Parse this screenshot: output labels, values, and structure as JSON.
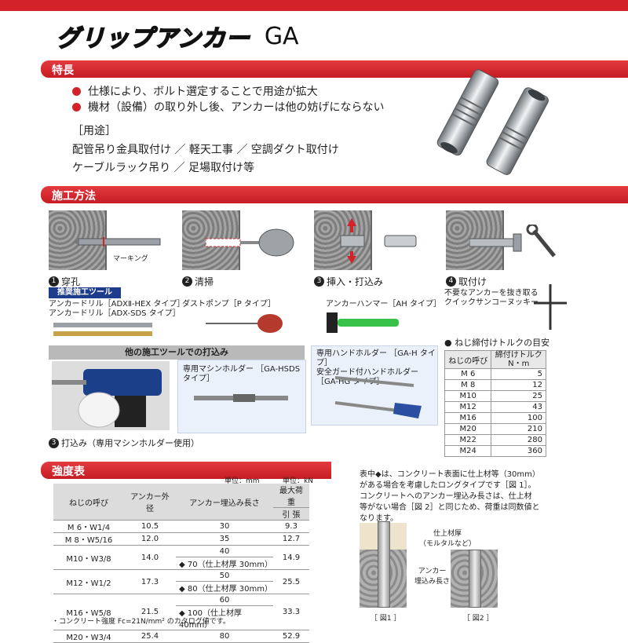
{
  "title": {
    "name_jp": "グリップアンカー",
    "model": "GA"
  },
  "features": {
    "heading": "特長",
    "items": [
      "仕様により、ボルト選定することで用途が拡大",
      "機材（設備）の取り外し後、アンカーは他の妨げにならない"
    ],
    "usage_heading": "［用途］",
    "usage_lines": [
      "配管吊り金具取付け ／ 軽天工事 ／ 空調ダクト取付け",
      "ケーブルラック吊り ／ 足場取付け等"
    ]
  },
  "method": {
    "heading": "施工方法",
    "marking": "マーキング",
    "steps": [
      {
        "num": "1",
        "label": "穿孔"
      },
      {
        "num": "2",
        "label": "清掃"
      },
      {
        "num": "3",
        "label": "挿入・打込み"
      },
      {
        "num": "4",
        "label": "取付け"
      }
    ],
    "recommended_badge": "推奨施工ツール",
    "drill_lines": [
      "アンカードリル［ADXⅡ-HEX タイプ］",
      "アンカードリル［ADX-SDS タイプ］"
    ],
    "pump": "ダストポンプ［P タイプ］",
    "hammer": "アンカーハンマー［AH タイプ］",
    "wrench_lines": [
      "不要なアンカーを抜き取る",
      "クイックサンコーヌッキー"
    ],
    "other_tools_bar": "他の施工ツールでの打込み",
    "machine_holder": "専用マシンホルダー ［GA-HSDS タイプ］",
    "hand_holder_lines": [
      "専用ハンドホルダー ［GA-H タイプ］",
      "安全ガード付ハンドホルダー［GA-HG タイプ］"
    ],
    "drive_label": "打込み（専用マシンホルダー使用）",
    "drive_num": "3"
  },
  "torque": {
    "title": "● ねじ締付けトルクの目安",
    "header_left": "ねじの呼び",
    "header_right_1": "締付けトルク",
    "header_right_2": "N・m",
    "rows": [
      [
        "M 6",
        "5"
      ],
      [
        "M 8",
        "12"
      ],
      [
        "M10",
        "25"
      ],
      [
        "M12",
        "43"
      ],
      [
        "M16",
        "100"
      ],
      [
        "M20",
        "210"
      ],
      [
        "M22",
        "280"
      ],
      [
        "M24",
        "360"
      ]
    ]
  },
  "strength": {
    "heading": "強度表",
    "unit_mm": "単位：mm",
    "unit_kn": "単位：kN",
    "headers": [
      "ねじの呼び",
      "アンカー外径",
      "アンカー埋込み長さ",
      "最大荷重"
    ],
    "sub_header": "引 張",
    "rows": [
      {
        "screw": "M 6・W1/4",
        "od": "10.5",
        "embed": [
          "30"
        ],
        "load": "9.3"
      },
      {
        "screw": "M 8・W5/16",
        "od": "12.0",
        "embed": [
          "35"
        ],
        "load": "12.7"
      },
      {
        "screw": "M10・W3/8",
        "od": "14.0",
        "embed": [
          "40",
          "◆ 70（仕上材厚 30mm）"
        ],
        "load": "14.9"
      },
      {
        "screw": "M12・W1/2",
        "od": "17.3",
        "embed": [
          "50",
          "◆ 80（仕上材厚 30mm）"
        ],
        "load": "25.5"
      },
      {
        "screw": "M16・W5/8",
        "od": "21.5",
        "embed": [
          "60",
          "◆ 100（仕上材厚 40mm）"
        ],
        "load": "33.3"
      },
      {
        "screw": "M20・W3/4",
        "od": "25.4",
        "embed": [
          "80"
        ],
        "load": "52.9"
      }
    ],
    "footnote": "・コンクリート強度 Fc=21N/mm² のカタログ値です。"
  },
  "right_note": {
    "lines": [
      "表中◆は、コンクリート表面に仕上材等（30mm）",
      "がある場合を考慮したロングタイプです［図 1］。",
      "コンクリートへのアンカー埋込み長さは、仕上材",
      "等がない場合［図 2］と同じため、荷重は同数値と",
      "なります。"
    ],
    "finish_label_1": "仕上材厚",
    "finish_label_2": "（モルタルなど）",
    "embed_label_1": "アンカー",
    "embed_label_2": "埋込み長さ",
    "fig1": "［ 図1 ］",
    "fig2": "［ 図2 ］"
  },
  "colors": {
    "accent": "#d3222a",
    "badge": "#1e3c8c",
    "hammer_green": "#38c24a"
  }
}
